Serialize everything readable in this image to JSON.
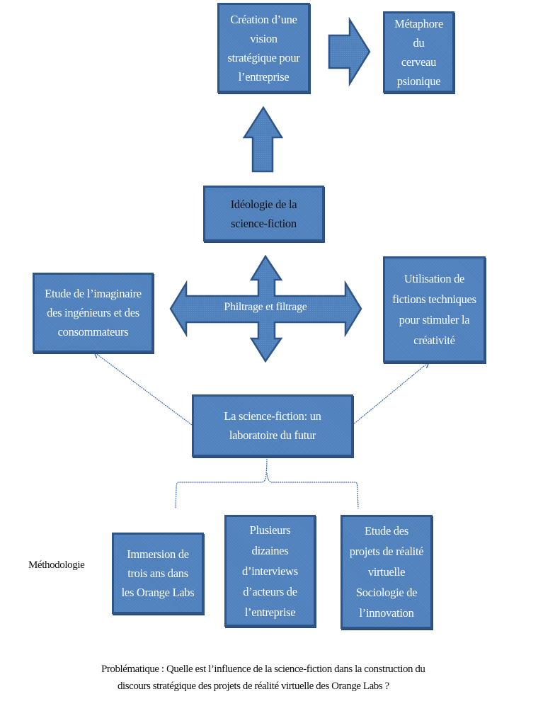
{
  "diagram": {
    "colors": {
      "box_fill": "#4f81bd",
      "box_border": "#2f5486",
      "connector": "#3a6cb0",
      "box_text": "#ffffff",
      "label_text": "#111111"
    },
    "top_row": {
      "vision_box": "Création d’une\nvision\nstratégique pour\nl’entreprise",
      "metaphor_box": "Métaphore du\ncerveau\npsionique"
    },
    "ideology_box": "Idéologie de la\nscience-fiction",
    "middle_row": {
      "left_box": "Etude de l’imaginaire\ndes ingénieurs et des\nconsommateurs",
      "cross_arrow_label": "Philtrage et filtrage",
      "right_box": "Utilisation de\nfictions techniques\npour stimuler la\ncréativité"
    },
    "central_box": "La science-fiction: un\nlaboratoire du futur",
    "methodology": {
      "label": "Méthodologie",
      "boxes": [
        "Immersion de\ntrois ans dans\nles Orange Labs",
        "Plusieurs\ndizaines\nd’interviews\nd’acteurs de\nl’entreprise",
        "Etude des\nprojets de réalité\nvirtuelle\nSociologie de\nl’innovation"
      ]
    },
    "problem_statement": {
      "line1": "Problématique :  Quelle est l’influence de la science-fiction dans la construction du",
      "line2": "discours stratégique des projets de réalité virtuelle  des Orange Labs ?"
    }
  }
}
